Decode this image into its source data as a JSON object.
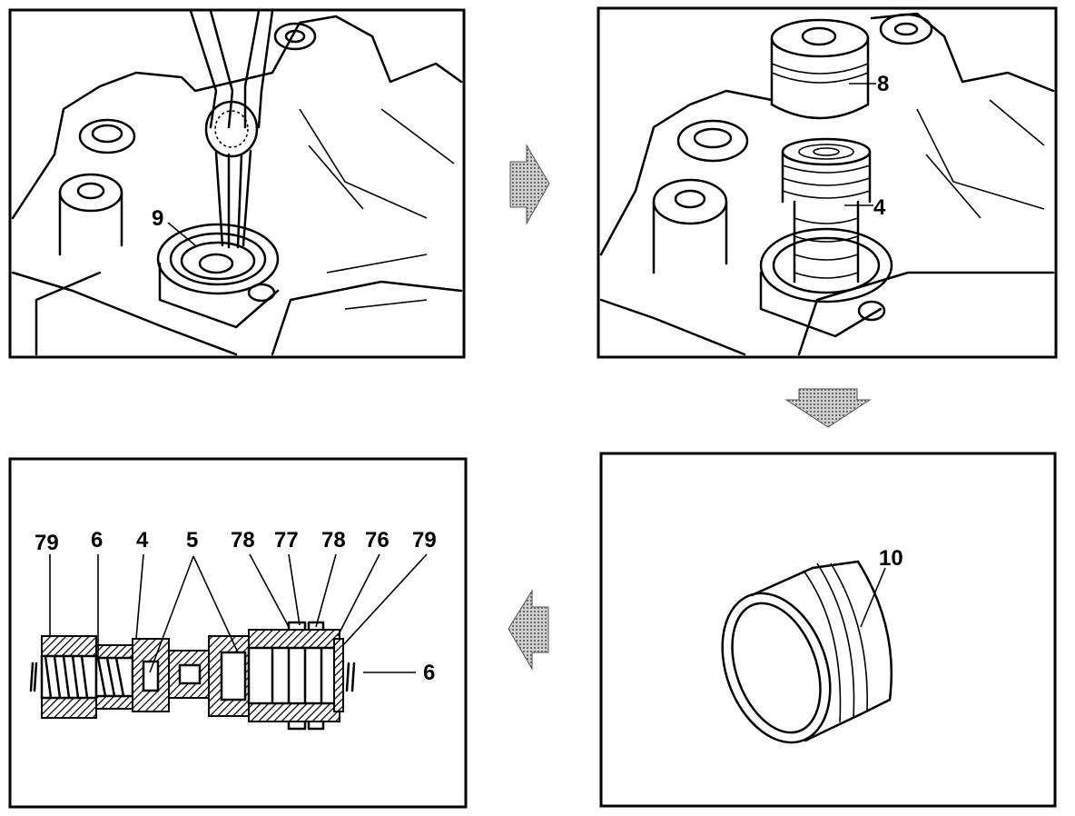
{
  "panels": {
    "step1": {
      "callouts": [
        "9"
      ]
    },
    "step2": {
      "callouts": [
        "8",
        "4"
      ]
    },
    "step3": {
      "callouts": [
        "10"
      ]
    },
    "step4": {
      "callouts": [
        "79",
        "6",
        "4",
        "5",
        "78",
        "77",
        "78",
        "76",
        "79",
        "6"
      ]
    }
  },
  "arrows": {
    "a1": "arrow-right-icon",
    "a2": "arrow-down-icon",
    "a3": "arrow-left-icon"
  },
  "colors": {
    "ink": "#000000",
    "paper": "#ffffff"
  }
}
